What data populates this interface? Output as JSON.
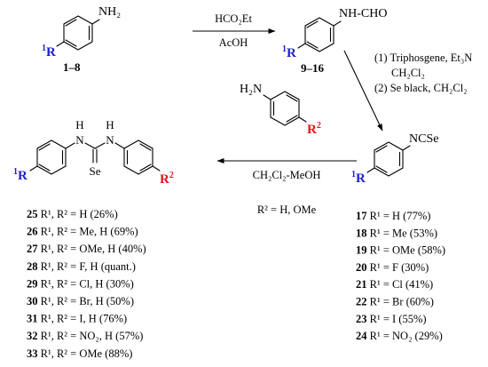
{
  "colors": {
    "r1": "#1f1fd0",
    "r2": "#e0181d",
    "ink": "#000000"
  },
  "aniline": {
    "group": "NH₂",
    "r_sup": "1",
    "r_letter": "R",
    "numbers": "1–8"
  },
  "formamide": {
    "group": "NH-CHO",
    "r_sup": "1",
    "r_letter": "R",
    "numbers": "9–16"
  },
  "isoselenocyanate": {
    "group": "NCSe",
    "r_sup": "1",
    "r_letter": "R"
  },
  "amine_reagent": {
    "group": "H₂N",
    "r_letter": "R",
    "r_sup": "2"
  },
  "product": {
    "nh_left": "H",
    "nh_left_n": "N",
    "nh_right": "H",
    "nh_right_n": "N",
    "se": "Se",
    "r1_sup": "1",
    "r1_letter": "R",
    "r2_letter": "R",
    "r2_sup": "2"
  },
  "arrows": {
    "step1": {
      "top": "HCO₂Et",
      "bottom": "AcOH"
    },
    "step2": {
      "line1": "(1) Triphosgene, Et₃N",
      "line2": "CH₂Cl₂",
      "line3": "(2) Se black, CH₂Cl₂"
    },
    "step3": {
      "bottom": "CH₂Cl₂-MeOH",
      "note": "R² = H, OMe"
    }
  },
  "isoselenocyanate_list": [
    {
      "num": "17",
      "text": "R¹ = H (77%)"
    },
    {
      "num": "18",
      "text": "R¹ = Me (53%)"
    },
    {
      "num": "19",
      "text": "R¹ = OMe (58%)"
    },
    {
      "num": "20",
      "text": "R¹ = F (30%)"
    },
    {
      "num": "21",
      "text": "R¹ = Cl (41%)"
    },
    {
      "num": "22",
      "text": "R¹ = Br (60%)"
    },
    {
      "num": "23",
      "text": "R¹ = I (55%)"
    },
    {
      "num": "24",
      "text": "R¹ = NO₂ (29%)"
    }
  ],
  "product_list": [
    {
      "num": "25",
      "text": "R¹, R² = H (26%)"
    },
    {
      "num": "26",
      "text": "R¹, R² = Me, H (69%)"
    },
    {
      "num": "27",
      "text": "R¹, R² = OMe, H (40%)"
    },
    {
      "num": "28",
      "text": "R¹, R² = F, H (quant.)"
    },
    {
      "num": "29",
      "text": "R¹, R² = Cl, H (30%)"
    },
    {
      "num": "30",
      "text": "R¹, R² = Br, H (50%)"
    },
    {
      "num": "31",
      "text": "R¹, R² = I, H (76%)"
    },
    {
      "num": "32",
      "text": "R¹, R² = NO₂, H (57%)"
    },
    {
      "num": "33",
      "text": "R¹, R² = OMe (88%)"
    }
  ]
}
